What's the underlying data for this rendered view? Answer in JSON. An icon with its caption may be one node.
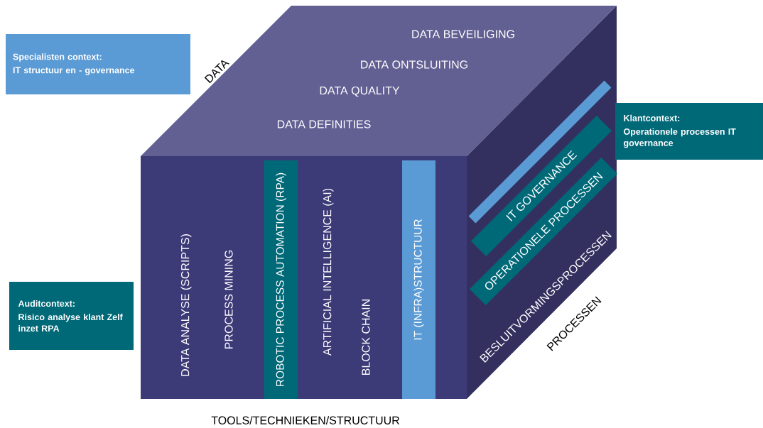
{
  "diagram": {
    "nodes": [
      {
        "text": [
          "Specialisten context:",
          "IT structuur en - governance"
        ]
      },
      {
        "text": [
          "Klantcontext:",
          "Operationele processen IT governance"
        ]
      },
      {
        "text": [
          "ROBOTIC PROCESS AUTOMATION (RPA)"
        ]
      },
      {
        "text": [
          "IT (INFRA)STRUCTUUR"
        ]
      },
      {
        "text": [],
        "shape": "bar"
      },
      {
        "text": [
          "IT GOVERNANCE"
        ]
      },
      {
        "text": [
          "OPERATIONELE PROCESSEN"
        ]
      },
      {
        "text": [
          "Auditcontext:",
          "Risico analyse klant Zelf inzet RPA"
        ]
      }
    ],
    "labels": [
      "DATA BEVEILIGING",
      "DATA ONTSLUITING",
      "DATA",
      "DATA QUALITY",
      "DATA DEFINITIES",
      "DATA ANALYSE (SCRIPTS)",
      "PROCESS MINING",
      "ARTIFICIAL INTELLIGENCE (AI)",
      "BLOCK CHAIN",
      "BESLUITVORMINGSPROCESSEN",
      "PROCESSEN",
      "TOOLS/TECHNIEKEN/STRUCTUUR"
    ]
  }
}
